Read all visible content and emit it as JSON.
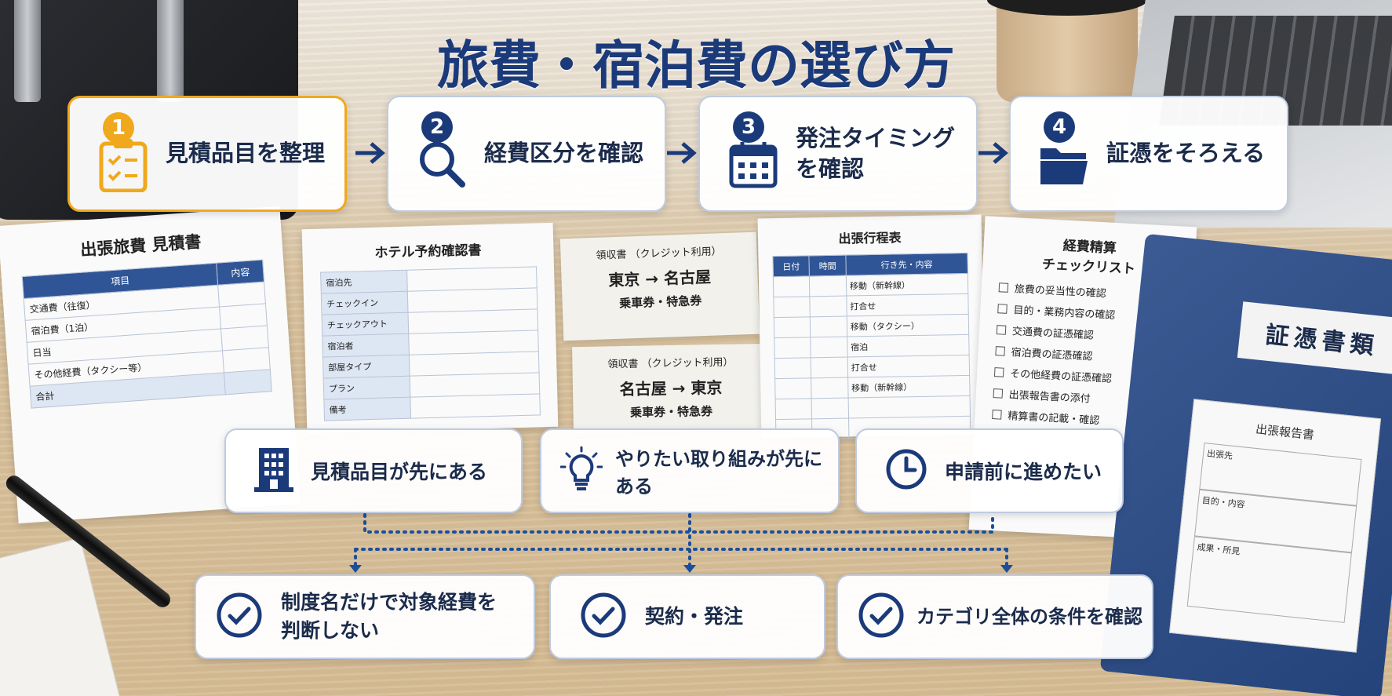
{
  "title": "旅費・宿泊費の選び方",
  "colors": {
    "navy": "#1b3a7a",
    "accent": "#f0a81c",
    "card_border": "#bfcbe0"
  },
  "steps": [
    {
      "number": "1",
      "label": "見積品目を整理",
      "icon": "clipboard-check-icon",
      "active": true
    },
    {
      "number": "2",
      "label": "経費区分を確認",
      "icon": "magnifier-icon",
      "active": false
    },
    {
      "number": "3",
      "label_line1": "発注タイミング",
      "label_line2": "を確認",
      "icon": "calendar-icon",
      "active": false
    },
    {
      "number": "4",
      "label": "証憑をそろえる",
      "icon": "folder-icon",
      "active": false
    }
  ],
  "options": [
    {
      "label": "見積品目が先にある",
      "icon": "building-icon"
    },
    {
      "label": "やりたい取り組みが先にある",
      "icon": "lightbulb-icon"
    },
    {
      "label": "申請前に進めたい",
      "icon": "clock-icon"
    }
  ],
  "results": [
    {
      "label_line1": "制度名だけで対象経費を",
      "label_line2": "判断しない",
      "icon": "check-circle-icon"
    },
    {
      "label": "契約・発注",
      "icon": "check-circle-icon"
    },
    {
      "label": "カテゴリ全体の条件を確認",
      "icon": "check-circle-icon"
    }
  ],
  "background_docs": {
    "estimate": {
      "title": "出張旅費 見積書",
      "headers": [
        "項目",
        "内容"
      ],
      "rows": [
        "交通費（往復）",
        "宿泊費（1泊）",
        "日当",
        "その他経費（タクシー等）",
        "合計"
      ]
    },
    "hotel": {
      "title": "ホテル予約確認書",
      "rows": [
        "宿泊先",
        "チェックイン",
        "チェックアウト",
        "宿泊者",
        "部屋タイプ",
        "プラン",
        "備考"
      ]
    },
    "receipt1": {
      "heading": "領収書 （クレジット利用）",
      "route": "東京 → 名古屋",
      "kind": "乗車券・特急券"
    },
    "receipt2": {
      "heading": "領収書 （クレジット利用）",
      "route": "名古屋 → 東京",
      "kind": "乗車券・特急券"
    },
    "itinerary": {
      "title": "出張行程表",
      "headers": [
        "日付",
        "時間",
        "行き先・内容"
      ],
      "rows": [
        "移動（新幹線）",
        "打合せ",
        "移動（タクシー）",
        "宿泊",
        "打合せ",
        "移動（新幹線）",
        "",
        "",
        ""
      ]
    },
    "checklist": {
      "title_line1": "経費精算",
      "title_line2": "チェックリスト",
      "items": [
        "旅費の妥当性の確認",
        "目的・業務内容の確認",
        "交通費の証憑確認",
        "宿泊費の証憑確認",
        "その他経費の証憑確認",
        "出張報告書の添付",
        "精算書の記載・確認"
      ]
    },
    "binder": {
      "label": "証憑書類",
      "doc_title": "出張報告書",
      "fields": [
        "出張先",
        "目的・内容",
        "成果・所見"
      ]
    }
  }
}
